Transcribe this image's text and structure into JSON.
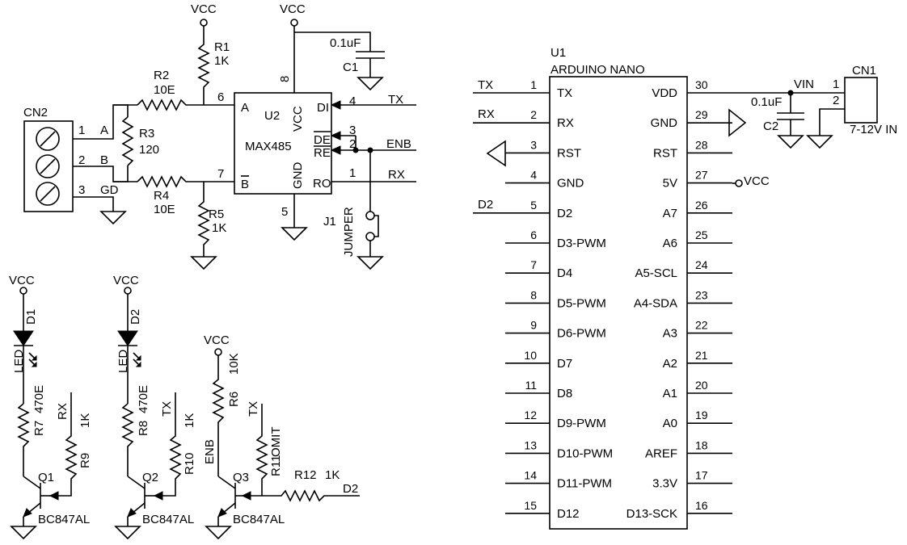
{
  "power": {
    "vcc": "VCC",
    "vin": "VIN"
  },
  "cn2": {
    "ref": "CN2",
    "pins": [
      {
        "num": "1",
        "name": "A"
      },
      {
        "num": "2",
        "name": "B"
      },
      {
        "num": "3",
        "name": "GD"
      }
    ]
  },
  "resistors": {
    "r1": {
      "ref": "R1",
      "value": "1K"
    },
    "r2": {
      "ref": "R2",
      "value": "10E"
    },
    "r3": {
      "ref": "R3",
      "value": "120"
    },
    "r4": {
      "ref": "R4",
      "value": "10E"
    },
    "r5": {
      "ref": "R5",
      "value": "1K"
    },
    "r6": {
      "ref": "R6",
      "value": "10K"
    },
    "r7": {
      "ref": "R7",
      "value": "470E"
    },
    "r8": {
      "ref": "R8",
      "value": "470E"
    },
    "r9": {
      "ref": "R9",
      "value": "1K"
    },
    "r10": {
      "ref": "R10",
      "value": "1K"
    },
    "r11": {
      "ref": "R11",
      "value": "OMIT"
    },
    "r12": {
      "ref": "R12",
      "value": "1K"
    }
  },
  "c1": {
    "ref": "C1",
    "value": "0.1uF"
  },
  "c2": {
    "ref": "C2",
    "value": "0.1uF"
  },
  "u2": {
    "ref": "U2",
    "part": "MAX485",
    "pin_names": {
      "a": "A",
      "b": "B",
      "vcc": "VCC",
      "gnd": "GND",
      "di": "DI",
      "de": "DE",
      "re": "RE",
      "ro": "RO"
    },
    "pin_nums": {
      "a": "6",
      "b": "7",
      "vcc": "8",
      "gnd": "5",
      "di": "4",
      "de": "3",
      "re": "2",
      "ro": "1"
    }
  },
  "j1": {
    "ref": "J1",
    "value": "JUMPER"
  },
  "nets": {
    "tx": "TX",
    "rx": "RX",
    "enb": "ENB",
    "d2": "D2"
  },
  "leds": {
    "d1": {
      "ref": "D1",
      "type": "LED"
    },
    "d2": {
      "ref": "D2",
      "type": "LED"
    }
  },
  "transistors": {
    "q1": {
      "ref": "Q1",
      "part": "BC847AL"
    },
    "q2": {
      "ref": "Q2",
      "part": "BC847AL"
    },
    "q3": {
      "ref": "Q3",
      "part": "BC847AL"
    }
  },
  "u1": {
    "ref": "U1",
    "part": "ARDUINO NANO",
    "left_pins": [
      {
        "num": "1",
        "name": "TX"
      },
      {
        "num": "2",
        "name": "RX"
      },
      {
        "num": "3",
        "name": "RST"
      },
      {
        "num": "4",
        "name": "GND"
      },
      {
        "num": "5",
        "name": "D2"
      },
      {
        "num": "6",
        "name": "D3-PWM"
      },
      {
        "num": "7",
        "name": "D4"
      },
      {
        "num": "8",
        "name": "D5-PWM"
      },
      {
        "num": "9",
        "name": "D6-PWM"
      },
      {
        "num": "10",
        "name": "D7"
      },
      {
        "num": "11",
        "name": "D8"
      },
      {
        "num": "12",
        "name": "D9-PWM"
      },
      {
        "num": "13",
        "name": "D10-PWM"
      },
      {
        "num": "14",
        "name": "D11-PWM"
      },
      {
        "num": "15",
        "name": "D12"
      }
    ],
    "right_pins": [
      {
        "num": "30",
        "name": "VDD"
      },
      {
        "num": "29",
        "name": "GND"
      },
      {
        "num": "28",
        "name": "RST"
      },
      {
        "num": "27",
        "name": "5V"
      },
      {
        "num": "26",
        "name": "A7"
      },
      {
        "num": "25",
        "name": "A6"
      },
      {
        "num": "24",
        "name": "A5-SCL"
      },
      {
        "num": "23",
        "name": "A4-SDA"
      },
      {
        "num": "22",
        "name": "A3"
      },
      {
        "num": "21",
        "name": "A2"
      },
      {
        "num": "20",
        "name": "A1"
      },
      {
        "num": "19",
        "name": "A0"
      },
      {
        "num": "18",
        "name": "AREF"
      },
      {
        "num": "17",
        "name": "3.3V"
      },
      {
        "num": "16",
        "name": "D13-SCK"
      }
    ]
  },
  "cn1": {
    "ref": "CN1",
    "label": "7-12V IN",
    "pins": [
      "1",
      "2"
    ]
  }
}
